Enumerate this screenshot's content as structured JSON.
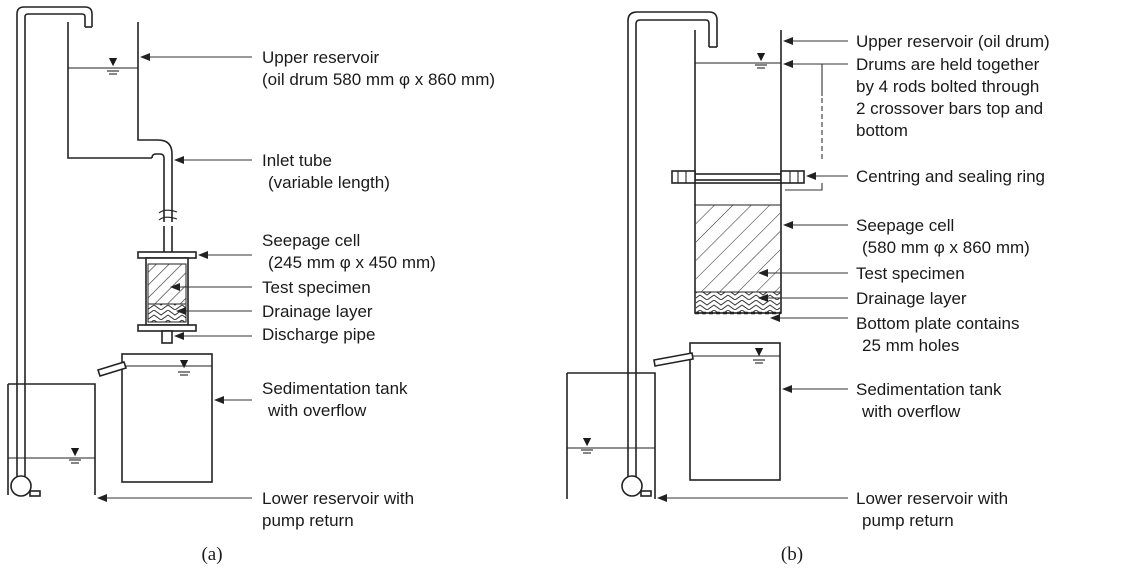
{
  "panel_a": {
    "caption": "(a)",
    "labels": {
      "upper_reservoir_1": "Upper reservoir",
      "upper_reservoir_2": "(oil drum 580 mm φ x 860 mm)",
      "inlet_tube_1": "Inlet tube",
      "inlet_tube_2": "(variable length)",
      "seepage_cell_1": "Seepage cell",
      "seepage_cell_2": "(245 mm φ x 450 mm)",
      "test_specimen": "Test specimen",
      "drainage_layer": "Drainage layer",
      "discharge_pipe": "Discharge pipe",
      "sedimentation_tank_1": "Sedimentation tank",
      "sedimentation_tank_2": "with overflow",
      "lower_reservoir_1": "Lower reservoir with",
      "lower_reservoir_2": "pump return"
    }
  },
  "panel_b": {
    "caption": "(b)",
    "labels": {
      "upper_reservoir": "Upper reservoir (oil drum)",
      "drums_1": "Drums are held together",
      "drums_2": "by 4 rods bolted through",
      "drums_3": "2 crossover bars top and",
      "drums_4": "bottom",
      "centring_ring": "Centring and sealing ring",
      "seepage_cell_1": "Seepage cell",
      "seepage_cell_2": "(580 mm φ x 860 mm)",
      "test_specimen": "Test specimen",
      "drainage_layer": "Drainage layer",
      "bottom_plate_1": "Bottom plate contains",
      "bottom_plate_2": "25 mm holes",
      "sedimentation_tank_1": "Sedimentation tank",
      "sedimentation_tank_2": "with overflow",
      "lower_reservoir_1": "Lower reservoir with",
      "lower_reservoir_2": "pump return"
    }
  },
  "symbols": {
    "water_level": "▼"
  }
}
